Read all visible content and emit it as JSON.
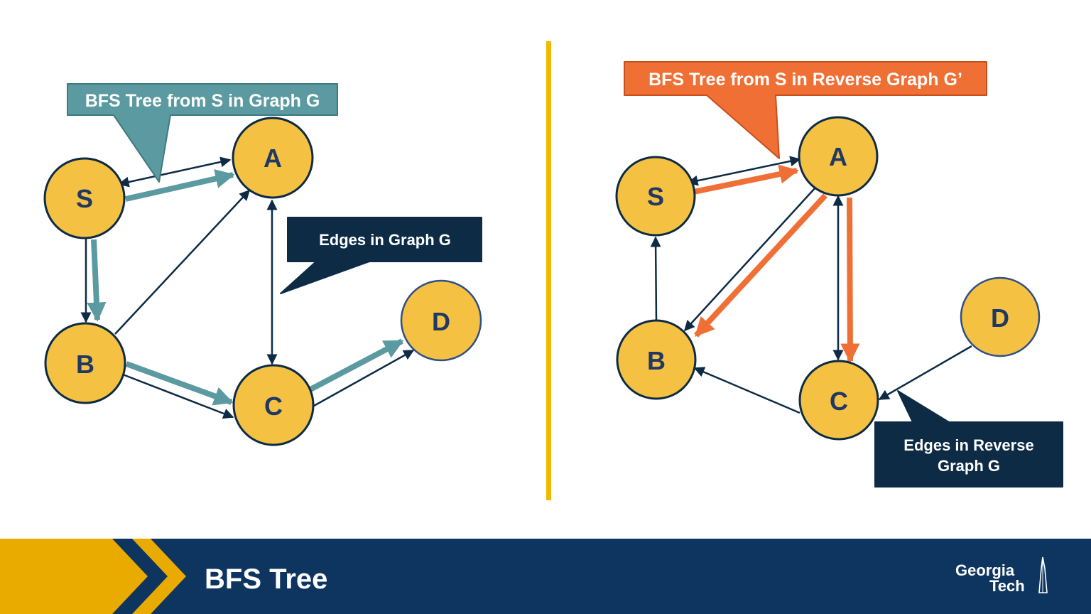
{
  "slide_title": "BFS Tree",
  "logo": {
    "line1": "Georgia",
    "line2": "Tech"
  },
  "colors": {
    "node_fill": "#f5c142",
    "node_stroke": "#0d2b45",
    "node_text": "#1f3864",
    "edge": "#0d2b45",
    "teal": "#5b9aa0",
    "orange": "#ef6f34",
    "divider": "#f5b800",
    "footer_bg": "#0d3560",
    "footer_gold": "#eaab00"
  },
  "left_graph": {
    "callout_tree": "BFS Tree from S in Graph G",
    "callout_edges": "Edges in Graph G",
    "nodes": {
      "S": "S",
      "A": "A",
      "B": "B",
      "C": "C",
      "D": "D"
    }
  },
  "right_graph": {
    "callout_tree": "BFS Tree from S in Reverse Graph G’",
    "callout_edges_line1": "Edges in Reverse",
    "callout_edges_line2": "Graph G",
    "nodes": {
      "S": "S",
      "A": "A",
      "B": "B",
      "C": "C",
      "D": "D"
    }
  }
}
